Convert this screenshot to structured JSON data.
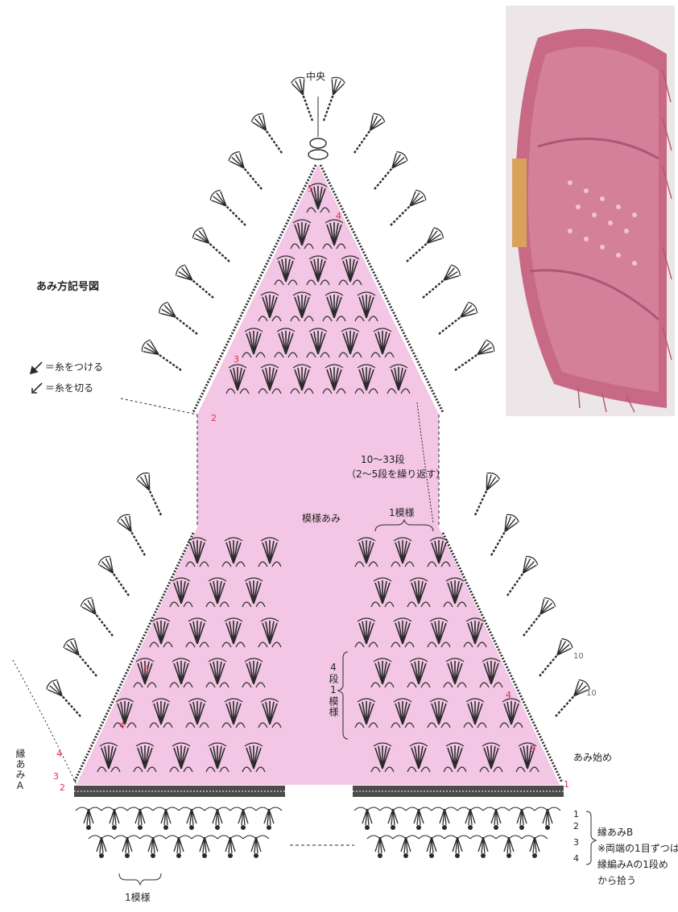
{
  "labels": {
    "center": "中央",
    "chart_title": "あみ方記号図",
    "legend_attach": "＝糸をつける",
    "legend_cut": "＝糸を切る",
    "rows_range": "10〜33段",
    "rows_repeat": "（2〜5段を繰り返す）",
    "pattern_stitch": "模様あみ",
    "one_pattern_top": "1模様",
    "one_pattern_bottom": "1模様",
    "four_rows_one_pattern": "4段1模様",
    "edge_a": "縁あみA",
    "start": "あみ始め",
    "edge_b": "縁あみB",
    "edge_b_note_1": "※両端の1目ずつは",
    "edge_b_note_2": "縁編みAの1段め",
    "edge_b_note_3": "から拾う"
  },
  "row_marks": {
    "top_right_5": "5",
    "top_right_4": "4",
    "top_left_3": "3",
    "top_left_2": "2",
    "left_5": "5",
    "left_4": "4",
    "left_small_4": "4",
    "left_small_3": "3",
    "left_small_2": "2",
    "right_4": "4",
    "right_3": "3",
    "right_1": "1",
    "edge_b_1": "1",
    "edge_b_2": "2",
    "edge_b_3": "3",
    "edge_b_4": "4",
    "fringe_1": "10",
    "fringe_2": "10"
  },
  "colors": {
    "fabric_fill": "#f2c6e4",
    "stitch_ink": "#2b2b2b",
    "row_mark_red": "#e0304a",
    "photo_yarn": "#c86a86"
  },
  "icons": {
    "attach": "attach-yarn-symbol",
    "cut": "cut-yarn-symbol"
  }
}
